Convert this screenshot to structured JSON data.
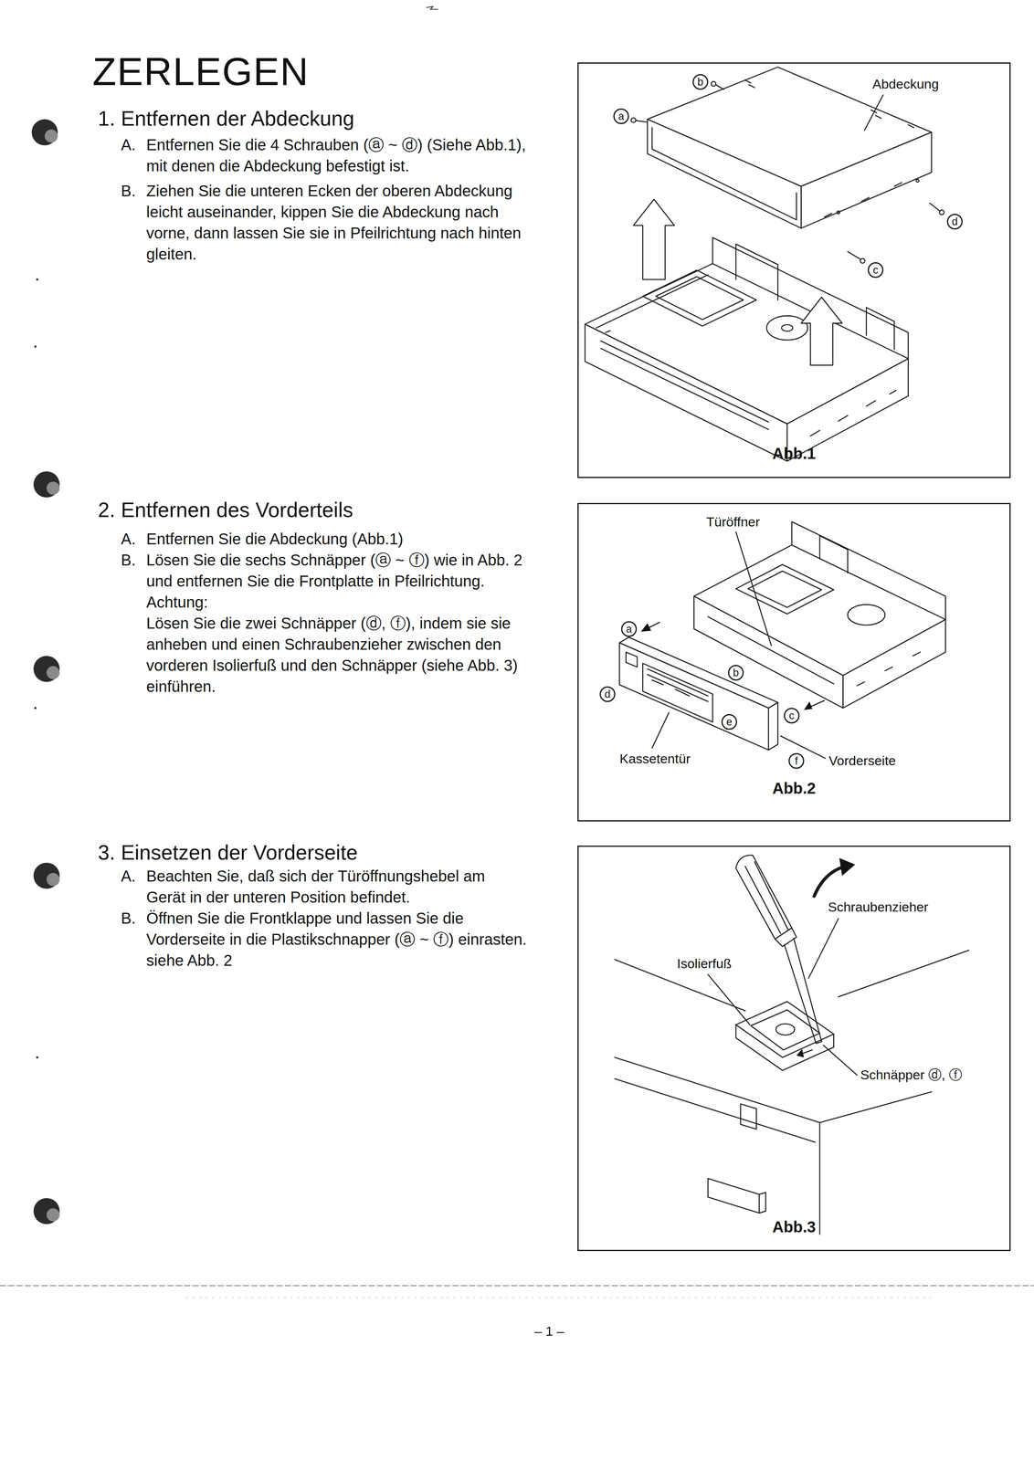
{
  "diagram": {
    "title": "ZERLEGEN",
    "nodes": [
      {
        "text": [
          "Abb.1"
        ]
      },
      {
        "text": [
          "Abb.2"
        ]
      },
      {
        "text": [
          "Abb.3"
        ]
      }
    ],
    "labels": [
      "1. Entfernen der Abdeckung",
      "A.",
      "Entfernen Sie die 4 Schrauben (ⓐ ~ ⓓ) (Siehe Abb.1), mit denen die Abdeckung befestigt ist.",
      "B.",
      "Ziehen Sie die unteren Ecken der oberen Abdeckung leicht auseinander, kippen Sie die Abdeckung nach vorne, dann lassen Sie sie in Pfeilrichtung nach hinten gleiten.",
      "b",
      "Abdeckung",
      "a",
      "d",
      "c",
      "2. Entfernen des Vorderteils",
      "A.",
      "Entfernen Sie die Abdeckung (Abb.1)",
      "B.",
      "Lösen Sie die sechs Schnäpper (ⓐ ~ ⓕ) wie in Abb. 2 und entfernen Sie die Frontplatte in Pfeilrichtung.",
      "Achtung:",
      "Lösen Sie die zwei Schnäpper (ⓓ, ⓕ), indem sie sie anheben und einen Schraubenzieher zwischen den vorderen Isolierfuß und den Schnäpper (siehe Abb. 3) einführen.",
      "Türöffner",
      "a",
      "d",
      "b",
      "e",
      "c",
      "Kassetentür",
      "f",
      "Vorderseite",
      "3. Einsetzen der Vorderseite",
      "A.",
      "Beachten Sie, daß sich der Türöffnungshebel am Gerät in der unteren Position befindet.",
      "B.",
      "Öffnen Sie die Frontklappe und lassen Sie die Vorderseite in die Plastikschnapper (ⓐ ~ ⓕ) einrasten. siehe Abb. 2",
      "Schraubenzieher",
      "Isolierfuß",
      "Schnäpper ⓓ, ⓕ",
      "– 1 –"
    ]
  }
}
